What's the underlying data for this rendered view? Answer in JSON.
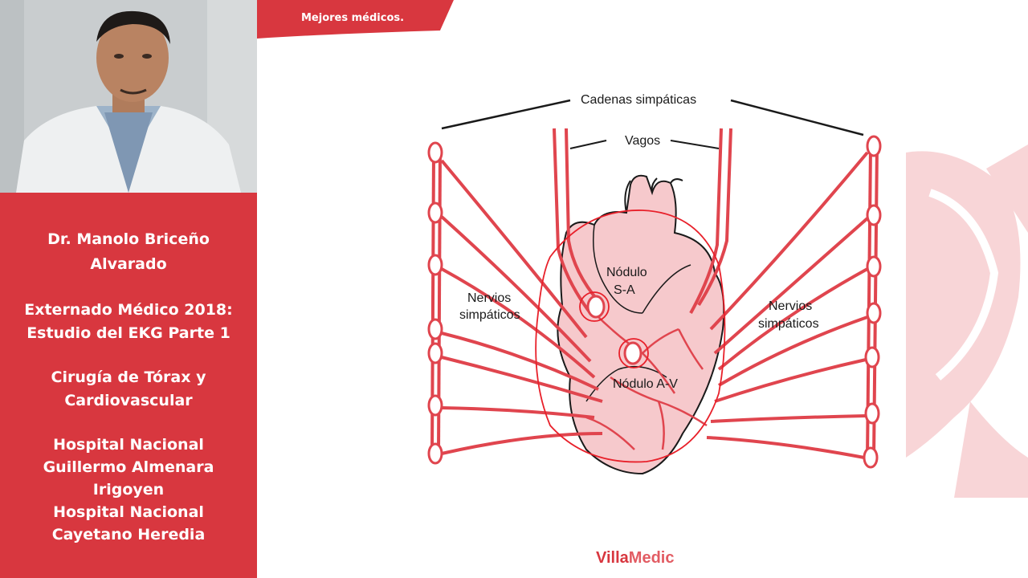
{
  "presenter": {
    "lines": [
      "Dr. Manolo Briceño",
      "Alvarado",
      "Externado Médico 2018:",
      "Estudio del EKG Parte 1",
      "Cirugía de Tórax y",
      "Cardiovascular",
      "Hospital Nacional",
      "Guillermo Almenara",
      "Irigoyen",
      "Hospital Nacional",
      "Cayetano Heredia"
    ]
  },
  "banner": {
    "text": "Mejores médicos."
  },
  "figure": {
    "labels": {
      "cadenas": "Cadenas simpáticas",
      "vagos": "Vagos",
      "nervios_left_1": "Nervios",
      "nervios_left_2": "simpáticos",
      "nervios_right_1": "Nervios",
      "nervios_right_2": "simpáticos",
      "sa_1": "Nódulo",
      "sa_2": "S-A",
      "av": "Nódulo A-V"
    }
  },
  "footer": {
    "brand_part1": "Villa",
    "brand_part2": "Medic"
  },
  "colors": {
    "brand_red": "#d8373f",
    "nerve_red": "#e0454e",
    "heart_fill": "#f6c9cc",
    "annotation_red": "#e8202a"
  }
}
